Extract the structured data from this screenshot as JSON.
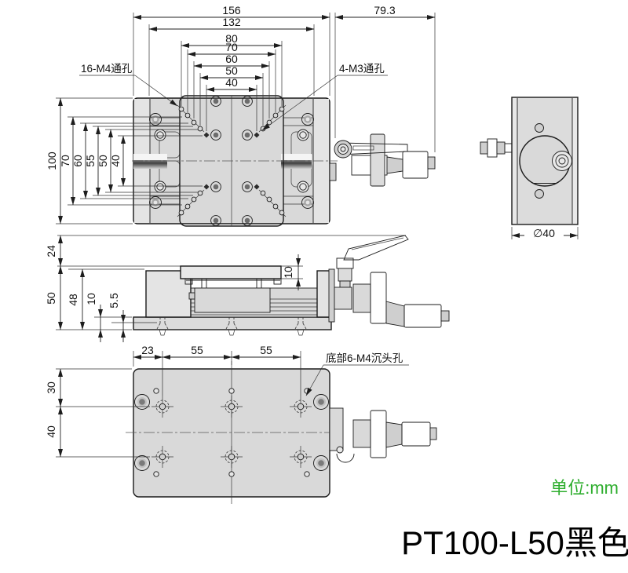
{
  "drawing": {
    "title": "PT100-L50黑色",
    "units_note": "单位:mm",
    "accent_green": "#2fae2f"
  },
  "top_view": {
    "dim_156": "156",
    "dim_132": "132",
    "dim_80": "80",
    "dim_70": "70",
    "dim_60": "60",
    "dim_50": "50",
    "dim_40": "40",
    "dim_79_3": "79.3",
    "dim_v100": "100",
    "dim_v70": "70",
    "dim_v60": "60",
    "dim_v55": "55",
    "dim_v50": "50",
    "dim_v40": "40",
    "label_m4_holes": "16-M4通孔",
    "label_m3_holes": "4-M3通孔"
  },
  "side_view": {
    "dim_diameter": "∅40"
  },
  "front_view": {
    "dim_24": "24",
    "dim_50": "50",
    "dim_48": "48",
    "dim_10_left": "10",
    "dim_5_5": "5.5",
    "dim_10_right": "10"
  },
  "bottom_view": {
    "dim_23": "23",
    "dim_55_a": "55",
    "dim_55_b": "55",
    "dim_30": "30",
    "dim_40": "40",
    "label_counterbore": "底部6-M4沉头孔"
  }
}
